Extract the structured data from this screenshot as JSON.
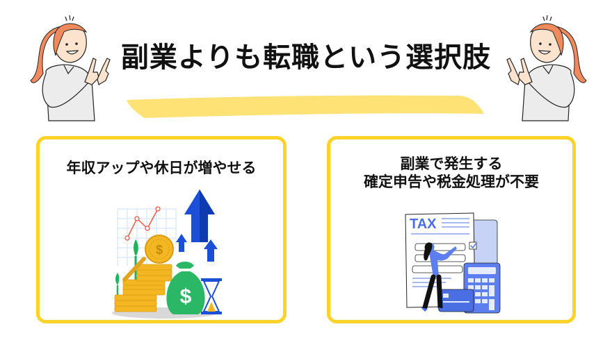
{
  "header": {
    "title": "副業よりも転職という選択肢",
    "underline_color": "#ffe275"
  },
  "cards": [
    {
      "text_line1": "年収アップや休日が増やせる",
      "illustration": "money-growth-illustration",
      "border_color": "#fdd32a"
    },
    {
      "text_line1": "副業で発生する",
      "text_line2": "確定申告や税金処理が不要",
      "illustration": "tax-document-illustration",
      "tax_label": "TAX",
      "border_color": "#fdd32a"
    }
  ],
  "icons": {
    "dollar": "$"
  }
}
